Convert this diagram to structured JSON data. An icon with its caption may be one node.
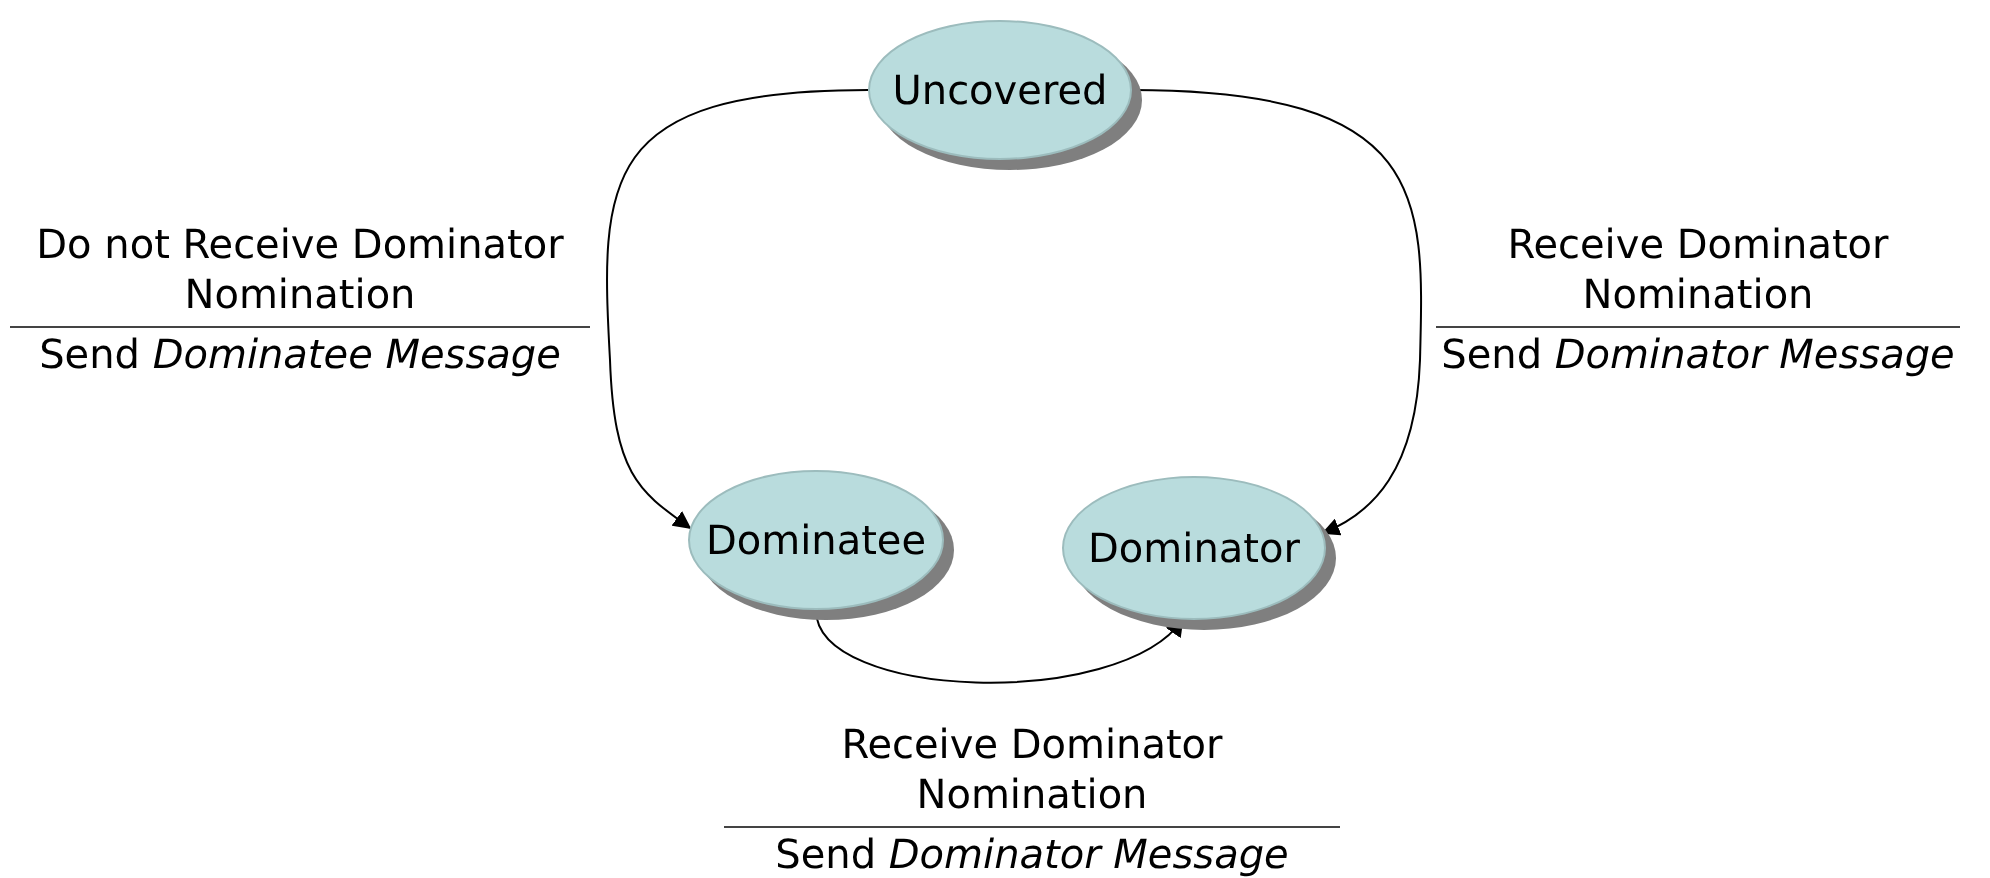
{
  "diagram": {
    "nodes": [
      {
        "text": [
          "Uncovered"
        ]
      },
      {
        "text": [
          "Dominatee"
        ]
      },
      {
        "text": [
          "Dominator"
        ]
      }
    ],
    "edges": [
      {
        "from": 0,
        "to": 1,
        "arrow": "to",
        "label": "Do not Receive Dominator Nomination"
      },
      {
        "from": 0,
        "to": 2,
        "arrow": "to",
        "label": "Receive Dominator Nomination"
      },
      {
        "from": 1,
        "to": 2,
        "arrow": "to",
        "label": "Receive Dominator Nomination"
      }
    ],
    "labels": [
      "Send *Dominatee Message*",
      "Send *Dominator Message*",
      "Send *Dominator Message*"
    ]
  }
}
